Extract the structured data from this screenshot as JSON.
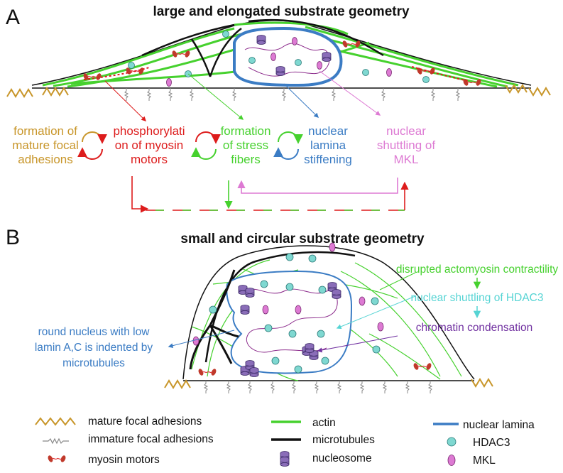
{
  "panel_a": {
    "letter": "A",
    "title": "large and elongated substrate geometry",
    "labels": {
      "focal": [
        "formation of",
        "mature focal",
        "adhesions"
      ],
      "myosin": [
        "phosphorylati",
        "on of myosin",
        "motors"
      ],
      "stress": [
        "formation",
        "of stress",
        "fibers"
      ],
      "lamina": [
        "nuclear",
        "lamina",
        "stiffening"
      ],
      "mkl": [
        "nuclear",
        "shuttling of",
        "MKL"
      ]
    }
  },
  "panel_b": {
    "letter": "B",
    "title": "small and circular substrate geometry",
    "labels": {
      "disrupted": "disrupted actomyosin contractility",
      "hdac3": "nuclear shuttling of HDAC3",
      "chromatin": "chromatin condensation",
      "nucleus": [
        "round nucleus with low",
        "lamin A,C is indented by",
        "microtubules"
      ]
    }
  },
  "legend": {
    "mature_focal": "mature focal adhesions",
    "immature_focal": "immature focal adhesions",
    "myosin": "myosin motors",
    "actin": "actin",
    "microtubules": "microtubules",
    "nucleosome": "nucleosome",
    "lamina": "nuclear lamina",
    "hdac3": "HDAC3",
    "mkl": "MKL"
  },
  "colors": {
    "focal": "#c8962a",
    "myosin": "#dd1c1c",
    "actin": "#46d12e",
    "lamina": "#3b7cc4",
    "mkl": "#dd7ad3",
    "hdac3": "#7fd8d1",
    "hdac3_text": "#56d4d4",
    "chromatin": "#7030a0",
    "nucleosome": "#8a6db8",
    "immature": "#888888"
  }
}
